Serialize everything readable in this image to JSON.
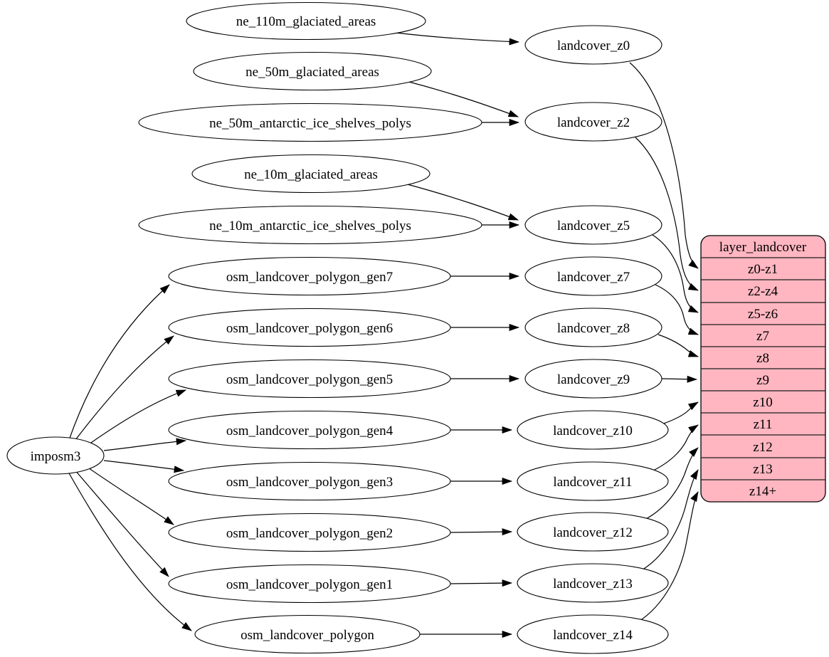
{
  "diagram": {
    "type": "graphviz-dependency-graph",
    "background": "#ffffff",
    "edge_color": "#000000",
    "node_fill": "#ffffff",
    "nodes": {
      "imposm3": {
        "label": "imposm3"
      },
      "ne_110m_glaciated_areas": {
        "label": "ne_110m_glaciated_areas"
      },
      "ne_50m_glaciated_areas": {
        "label": "ne_50m_glaciated_areas"
      },
      "ne_50m_antarctic_ice_shelves_polys": {
        "label": "ne_50m_antarctic_ice_shelves_polys"
      },
      "ne_10m_glaciated_areas": {
        "label": "ne_10m_glaciated_areas"
      },
      "ne_10m_antarctic_ice_shelves_polys": {
        "label": "ne_10m_antarctic_ice_shelves_polys"
      },
      "osm_landcover_polygon_gen7": {
        "label": "osm_landcover_polygon_gen7"
      },
      "osm_landcover_polygon_gen6": {
        "label": "osm_landcover_polygon_gen6"
      },
      "osm_landcover_polygon_gen5": {
        "label": "osm_landcover_polygon_gen5"
      },
      "osm_landcover_polygon_gen4": {
        "label": "osm_landcover_polygon_gen4"
      },
      "osm_landcover_polygon_gen3": {
        "label": "osm_landcover_polygon_gen3"
      },
      "osm_landcover_polygon_gen2": {
        "label": "osm_landcover_polygon_gen2"
      },
      "osm_landcover_polygon_gen1": {
        "label": "osm_landcover_polygon_gen1"
      },
      "osm_landcover_polygon": {
        "label": "osm_landcover_polygon"
      },
      "landcover_z0": {
        "label": "landcover_z0"
      },
      "landcover_z2": {
        "label": "landcover_z2"
      },
      "landcover_z5": {
        "label": "landcover_z5"
      },
      "landcover_z7": {
        "label": "landcover_z7"
      },
      "landcover_z8": {
        "label": "landcover_z8"
      },
      "landcover_z9": {
        "label": "landcover_z9"
      },
      "landcover_z10": {
        "label": "landcover_z10"
      },
      "landcover_z11": {
        "label": "landcover_z11"
      },
      "landcover_z12": {
        "label": "landcover_z12"
      },
      "landcover_z13": {
        "label": "landcover_z13"
      },
      "landcover_z14": {
        "label": "landcover_z14"
      }
    },
    "table": {
      "title": "layer_landcover",
      "fill": "#ffb6c1",
      "rows": [
        "z0-z1",
        "z2-z4",
        "z5-z6",
        "z7",
        "z8",
        "z9",
        "z10",
        "z11",
        "z12",
        "z13",
        "z14+"
      ]
    },
    "edges": [
      {
        "from": "imposm3",
        "to": "osm_landcover_polygon_gen7"
      },
      {
        "from": "imposm3",
        "to": "osm_landcover_polygon_gen6"
      },
      {
        "from": "imposm3",
        "to": "osm_landcover_polygon_gen5"
      },
      {
        "from": "imposm3",
        "to": "osm_landcover_polygon_gen4"
      },
      {
        "from": "imposm3",
        "to": "osm_landcover_polygon_gen3"
      },
      {
        "from": "imposm3",
        "to": "osm_landcover_polygon_gen2"
      },
      {
        "from": "imposm3",
        "to": "osm_landcover_polygon_gen1"
      },
      {
        "from": "imposm3",
        "to": "osm_landcover_polygon"
      },
      {
        "from": "ne_110m_glaciated_areas",
        "to": "landcover_z0"
      },
      {
        "from": "ne_50m_glaciated_areas",
        "to": "landcover_z2"
      },
      {
        "from": "ne_50m_antarctic_ice_shelves_polys",
        "to": "landcover_z2"
      },
      {
        "from": "ne_10m_glaciated_areas",
        "to": "landcover_z5"
      },
      {
        "from": "ne_10m_antarctic_ice_shelves_polys",
        "to": "landcover_z5"
      },
      {
        "from": "osm_landcover_polygon_gen7",
        "to": "landcover_z7"
      },
      {
        "from": "osm_landcover_polygon_gen6",
        "to": "landcover_z8"
      },
      {
        "from": "osm_landcover_polygon_gen5",
        "to": "landcover_z9"
      },
      {
        "from": "osm_landcover_polygon_gen4",
        "to": "landcover_z10"
      },
      {
        "from": "osm_landcover_polygon_gen3",
        "to": "landcover_z11"
      },
      {
        "from": "osm_landcover_polygon_gen2",
        "to": "landcover_z12"
      },
      {
        "from": "osm_landcover_polygon_gen1",
        "to": "landcover_z13"
      },
      {
        "from": "osm_landcover_polygon",
        "to": "landcover_z14"
      },
      {
        "from": "landcover_z0",
        "to": "layer_landcover:z0-z1"
      },
      {
        "from": "landcover_z2",
        "to": "layer_landcover:z2-z4"
      },
      {
        "from": "landcover_z5",
        "to": "layer_landcover:z5-z6"
      },
      {
        "from": "landcover_z7",
        "to": "layer_landcover:z7"
      },
      {
        "from": "landcover_z8",
        "to": "layer_landcover:z8"
      },
      {
        "from": "landcover_z9",
        "to": "layer_landcover:z9"
      },
      {
        "from": "landcover_z10",
        "to": "layer_landcover:z10"
      },
      {
        "from": "landcover_z11",
        "to": "layer_landcover:z11"
      },
      {
        "from": "landcover_z12",
        "to": "layer_landcover:z12"
      },
      {
        "from": "landcover_z13",
        "to": "layer_landcover:z13"
      },
      {
        "from": "landcover_z14",
        "to": "layer_landcover:z14+"
      }
    ]
  }
}
